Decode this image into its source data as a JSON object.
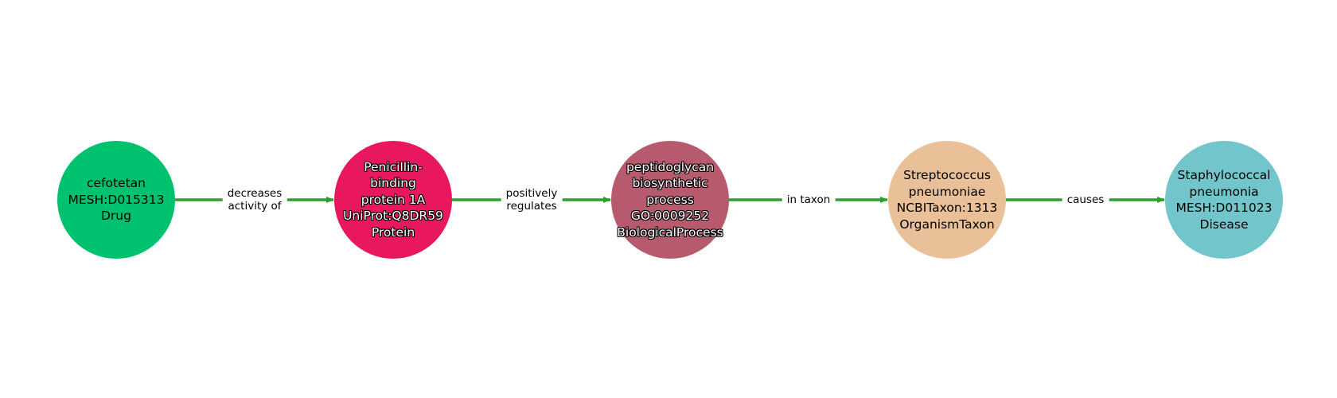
{
  "diagram": {
    "edge_color": "#2ca02c",
    "nodes": [
      {
        "id": "n1",
        "color": "#00c26e",
        "text_style": "light",
        "lines": [
          "cefotetan",
          "MESH:D015313",
          "Drug"
        ]
      },
      {
        "id": "n2",
        "color": "#e8175f",
        "text_style": "dark",
        "lines": [
          "Penicillin-",
          "binding",
          "protein 1A",
          "UniProt:Q8DR59",
          "Protein"
        ]
      },
      {
        "id": "n3",
        "color": "#b75a6e",
        "text_style": "dark",
        "lines": [
          "peptidoglycan",
          "biosynthetic",
          "process",
          "GO:0009252",
          "BiologicalProcess"
        ]
      },
      {
        "id": "n4",
        "color": "#e9c097",
        "text_style": "light",
        "lines": [
          "Streptococcus",
          "pneumoniae",
          "NCBITaxon:1313",
          "OrganismTaxon"
        ]
      },
      {
        "id": "n5",
        "color": "#72c6cb",
        "text_style": "light",
        "lines": [
          "Staphylococcal",
          "pneumonia",
          "MESH:D011023",
          "Disease"
        ]
      }
    ],
    "edges": [
      {
        "from": "n1",
        "to": "n2",
        "lines": [
          "decreases",
          "activity of"
        ]
      },
      {
        "from": "n2",
        "to": "n3",
        "lines": [
          "positively",
          "regulates"
        ]
      },
      {
        "from": "n3",
        "to": "n4",
        "lines": [
          "in taxon"
        ]
      },
      {
        "from": "n4",
        "to": "n5",
        "lines": [
          "causes"
        ]
      }
    ]
  }
}
